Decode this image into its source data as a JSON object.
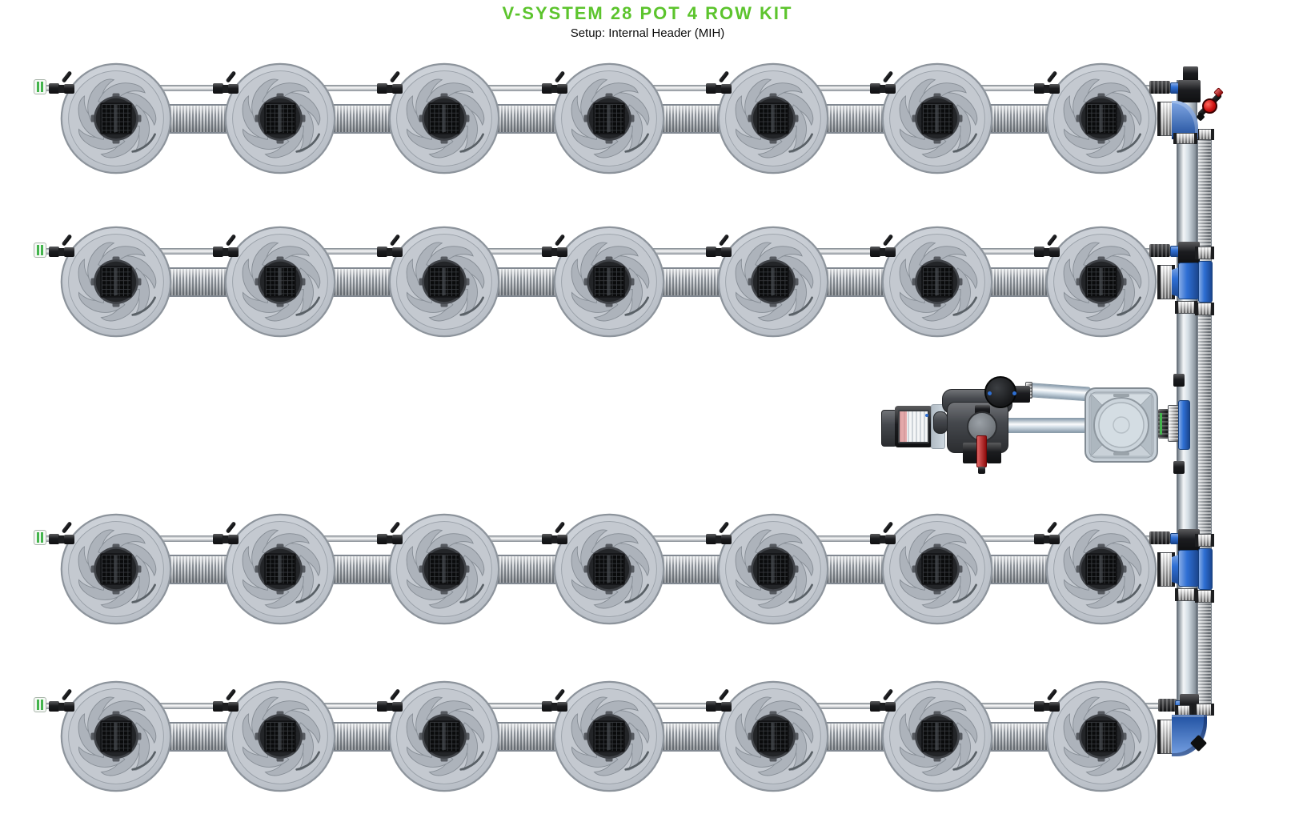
{
  "page": {
    "background": "#ffffff"
  },
  "header": {
    "title": "V-SYSTEM 28 POT 4 ROW KIT",
    "subtitle": "Setup: Internal Header (MIH)"
  },
  "system": {
    "total_pots": 28,
    "row_count": 4,
    "pots_per_row": 7,
    "rows": [
      {
        "label": "row-1",
        "pot_count": 7
      },
      {
        "label": "row-2",
        "pot_count": 7
      },
      {
        "label": "row-3",
        "pot_count": 7
      },
      {
        "label": "row-4",
        "pot_count": 7
      }
    ],
    "legend": {
      "pot": "vortex-pot-top-view",
      "feed_line": "thin-feed-line-with-pot-valves",
      "row_pipe": "corrugated-row-pipe",
      "header_pipe": "vertical-internal-header-pipe",
      "return_pipe": "vertical-corrugated-return-pipe",
      "pump": "inline-pump-with-controller",
      "tank": "square-reservoir-with-round-lid",
      "end_cap": "green-striped-end-cap",
      "shutoff": "red-shutoff-valve"
    },
    "colors": {
      "title_green": "#5cc42d",
      "fitting_blue": "#2e6fd4",
      "valve_red": "#cf1212",
      "cap_green": "#43b44c",
      "pot_body": "#c6cbd2",
      "pipe_gray": "#b6bcc3",
      "header_pipe_blue_gray": "#cfdae2",
      "fitting_black": "#1b1c1f",
      "coupling_silver": "#d8d8d8"
    }
  }
}
